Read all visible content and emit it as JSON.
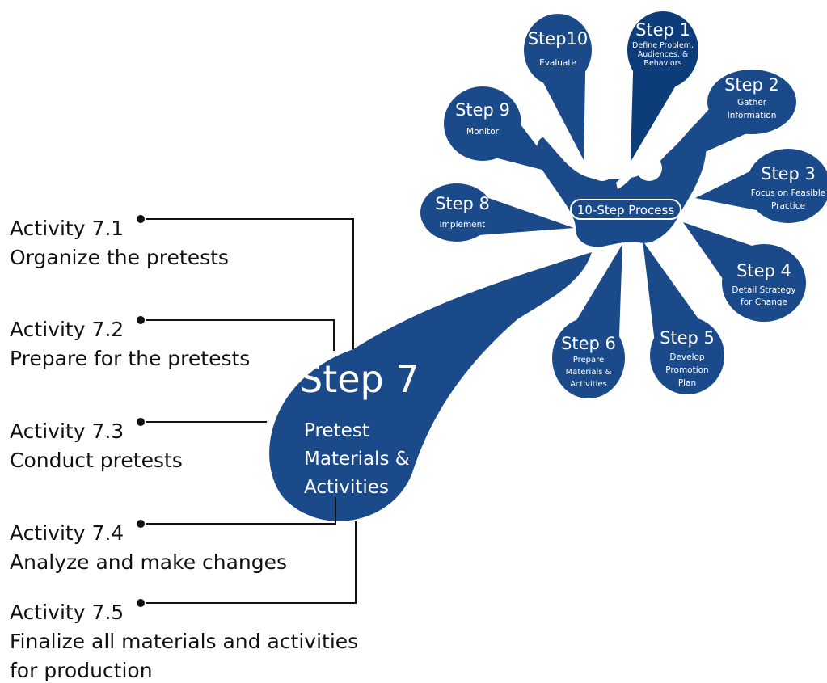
{
  "colors": {
    "brand_blue": "#1b4a8a",
    "petal_dark": "#0d3c7a",
    "line": "#111111",
    "text": "#111111",
    "text_on_blue": "#ffffff"
  },
  "center": {
    "label": "10-Step Process"
  },
  "steps": [
    {
      "id": "step1",
      "title": "Step 1",
      "desc": [
        "Define Problem,",
        "Audiences, &",
        "Behaviors"
      ]
    },
    {
      "id": "step2",
      "title": "Step 2",
      "desc": [
        "Gather",
        "Information"
      ]
    },
    {
      "id": "step3",
      "title": "Step 3",
      "desc": [
        "Focus on Feasible",
        "Practice"
      ]
    },
    {
      "id": "step4",
      "title": "Step 4",
      "desc": [
        "Detail Strategy",
        "for Change"
      ]
    },
    {
      "id": "step5",
      "title": "Step 5",
      "desc": [
        "Develop",
        "Promotion",
        "Plan"
      ]
    },
    {
      "id": "step6",
      "title": "Step 6",
      "desc": [
        "Prepare",
        "Materials &",
        "Activities"
      ]
    },
    {
      "id": "step8",
      "title": "Step 8",
      "desc": [
        "Implement"
      ]
    },
    {
      "id": "step9",
      "title": "Step 9",
      "desc": [
        "Monitor"
      ]
    },
    {
      "id": "step10",
      "title": "Step10",
      "desc": [
        "Evaluate"
      ]
    }
  ],
  "step7": {
    "title": "Step 7",
    "desc": [
      "Pretest",
      "Materials &",
      "Activities"
    ]
  },
  "activities": [
    {
      "title": "Activity 7.1",
      "desc": [
        "Organize the pretests"
      ]
    },
    {
      "title": "Activity 7.2",
      "desc": [
        "Prepare for the pretests"
      ]
    },
    {
      "title": "Activity 7.3",
      "desc": [
        "Conduct pretests"
      ]
    },
    {
      "title": "Activity 7.4",
      "desc": [
        "Analyze and make changes"
      ]
    },
    {
      "title": "Activity 7.5",
      "desc": [
        "Finalize all materials and activities",
        "for production"
      ]
    }
  ]
}
